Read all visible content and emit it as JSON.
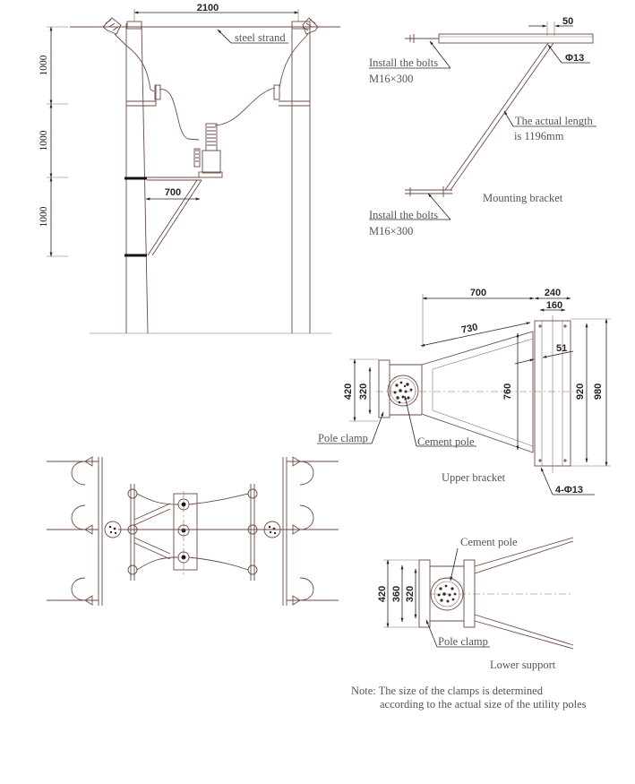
{
  "pole_elevation": {
    "span_dimension": "2100",
    "vertical_dimensions": [
      "1000",
      "1000",
      "1000"
    ],
    "arm_dimension": "700",
    "labels": {
      "steel_strand": "steel strand"
    }
  },
  "mounting_bracket": {
    "title": "Mounting bracket",
    "offset_dimension": "50",
    "hole_label": "Φ13",
    "bolt_label_top": {
      "line1": "Install the bolts",
      "line2": "M16×300"
    },
    "bolt_label_bottom": {
      "line1": "Install the bolts",
      "line2": "M16×300"
    },
    "length_note": {
      "line1": "The actual length",
      "line2": "is 1196mm"
    }
  },
  "upper_bracket": {
    "title": "Upper bracket",
    "dimensions": {
      "length": "700",
      "plate_width": "240",
      "hole_spacing": "160",
      "diagonal": "730",
      "thickness": "51",
      "clamp_outer": "420",
      "clamp_inner": "320",
      "arm_spread": "760",
      "plate_inner": "920",
      "plate_outer": "980"
    },
    "labels": {
      "pole_clamp": "Pole clamp",
      "cement_pole": "Cement pole",
      "holes": "4-Φ13"
    }
  },
  "lower_support": {
    "title": "Lower support",
    "dimensions": {
      "outer": "420",
      "middle": "360",
      "inner": "320"
    },
    "labels": {
      "cement_pole": "Cement pole",
      "pole_clamp": "Pole clamp"
    }
  },
  "note": {
    "line1": "Note: The size of the clamps is determined",
    "line2": "according to the actual size of the utility poles"
  },
  "colors": {
    "line": "#6b4a44",
    "dimension": "#2b2020",
    "text": "#555555"
  }
}
